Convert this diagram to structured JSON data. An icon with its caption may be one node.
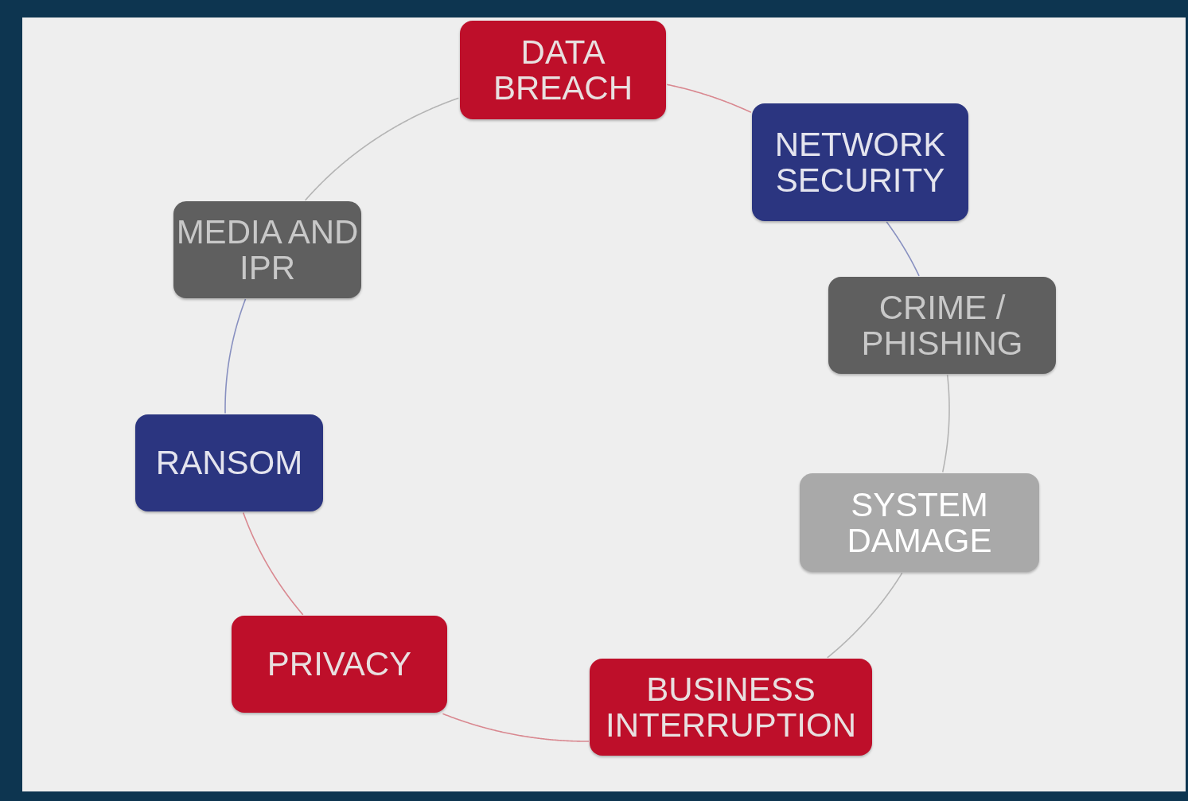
{
  "diagram": {
    "nodes": [
      {
        "text": [
          "DATA BREACH"
        ]
      },
      {
        "text": [
          "NETWORK SECURITY"
        ]
      },
      {
        "text": [
          "CRIME / PHISHING"
        ]
      },
      {
        "text": [
          "SYSTEM DAMAGE"
        ]
      },
      {
        "text": [
          "BUSINESS INTERRUPTION"
        ]
      },
      {
        "text": [
          "PRIVACY"
        ]
      },
      {
        "text": [
          "RANSOM"
        ]
      },
      {
        "text": [
          "MEDIA AND IPR"
        ]
      }
    ],
    "edges": [
      {
        "from": 0,
        "to": 1,
        "arrow": "none",
        "color": "#d98890"
      },
      {
        "from": 1,
        "to": 2,
        "arrow": "none",
        "color": "#8890c0"
      },
      {
        "from": 2,
        "to": 3,
        "arrow": "none"
      },
      {
        "from": 3,
        "to": 4,
        "arrow": "none"
      },
      {
        "from": 4,
        "to": 5,
        "arrow": "none",
        "color": "#d98890"
      },
      {
        "from": 5,
        "to": 6,
        "arrow": "none",
        "color": "#d98890"
      },
      {
        "from": 6,
        "to": 7,
        "arrow": "none",
        "color": "#8890c0"
      },
      {
        "from": 7,
        "to": 0,
        "arrow": "none"
      }
    ]
  }
}
